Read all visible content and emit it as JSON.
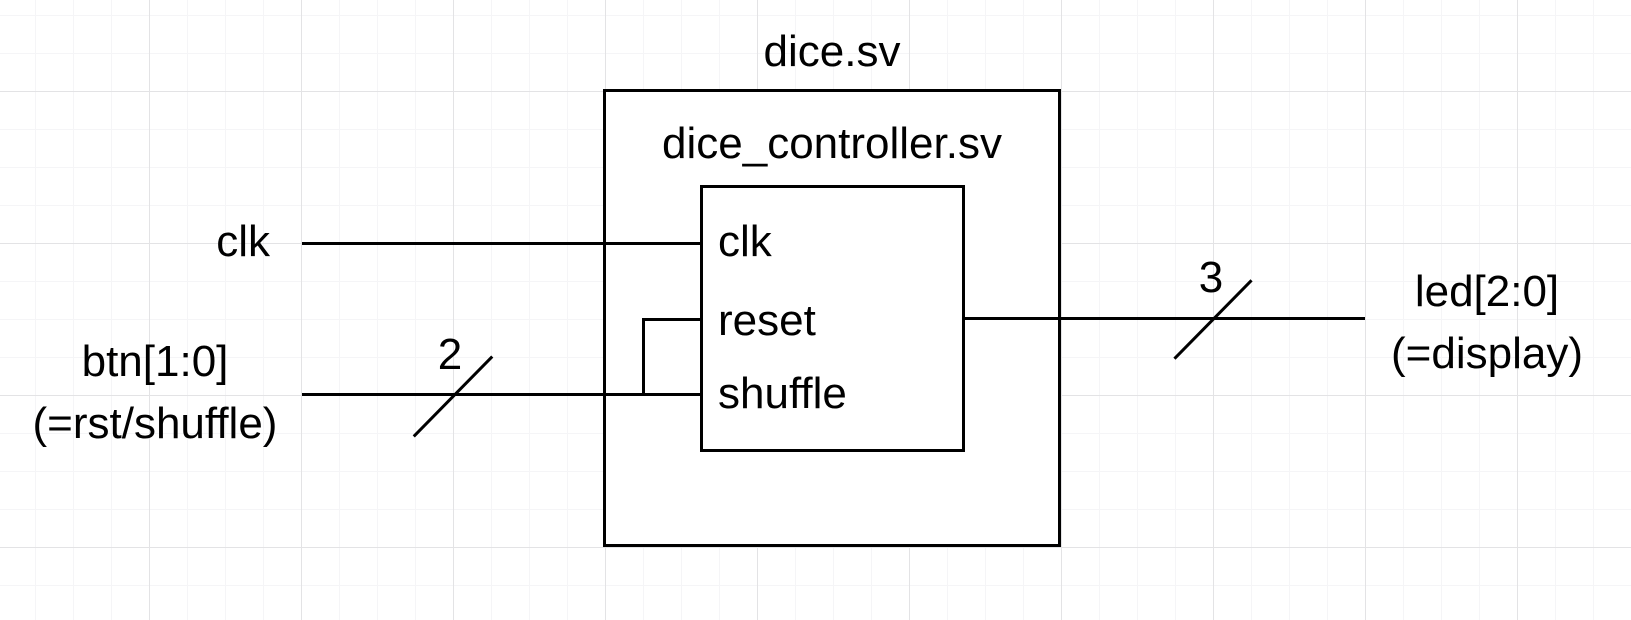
{
  "diagram": {
    "outer_box": {
      "title": "dice.sv"
    },
    "inner_box": {
      "title": "dice_controller.sv",
      "ports": [
        {
          "label": "clk"
        },
        {
          "label": "reset"
        },
        {
          "label": "shuffle"
        }
      ]
    },
    "left_signals": {
      "clk": {
        "label": "clk"
      },
      "btn": {
        "label_line1": "btn[1:0]",
        "label_line2": "(=rst/shuffle)",
        "bus_width": "2"
      }
    },
    "right_signals": {
      "led": {
        "label_line1": "led[2:0]",
        "label_line2": "(=display)",
        "bus_width": "3"
      }
    }
  },
  "colors": {
    "stroke": "#000000",
    "background": "#ffffff",
    "grid_minor": "#f5f5f7",
    "grid_major": "#e3e3e5"
  }
}
